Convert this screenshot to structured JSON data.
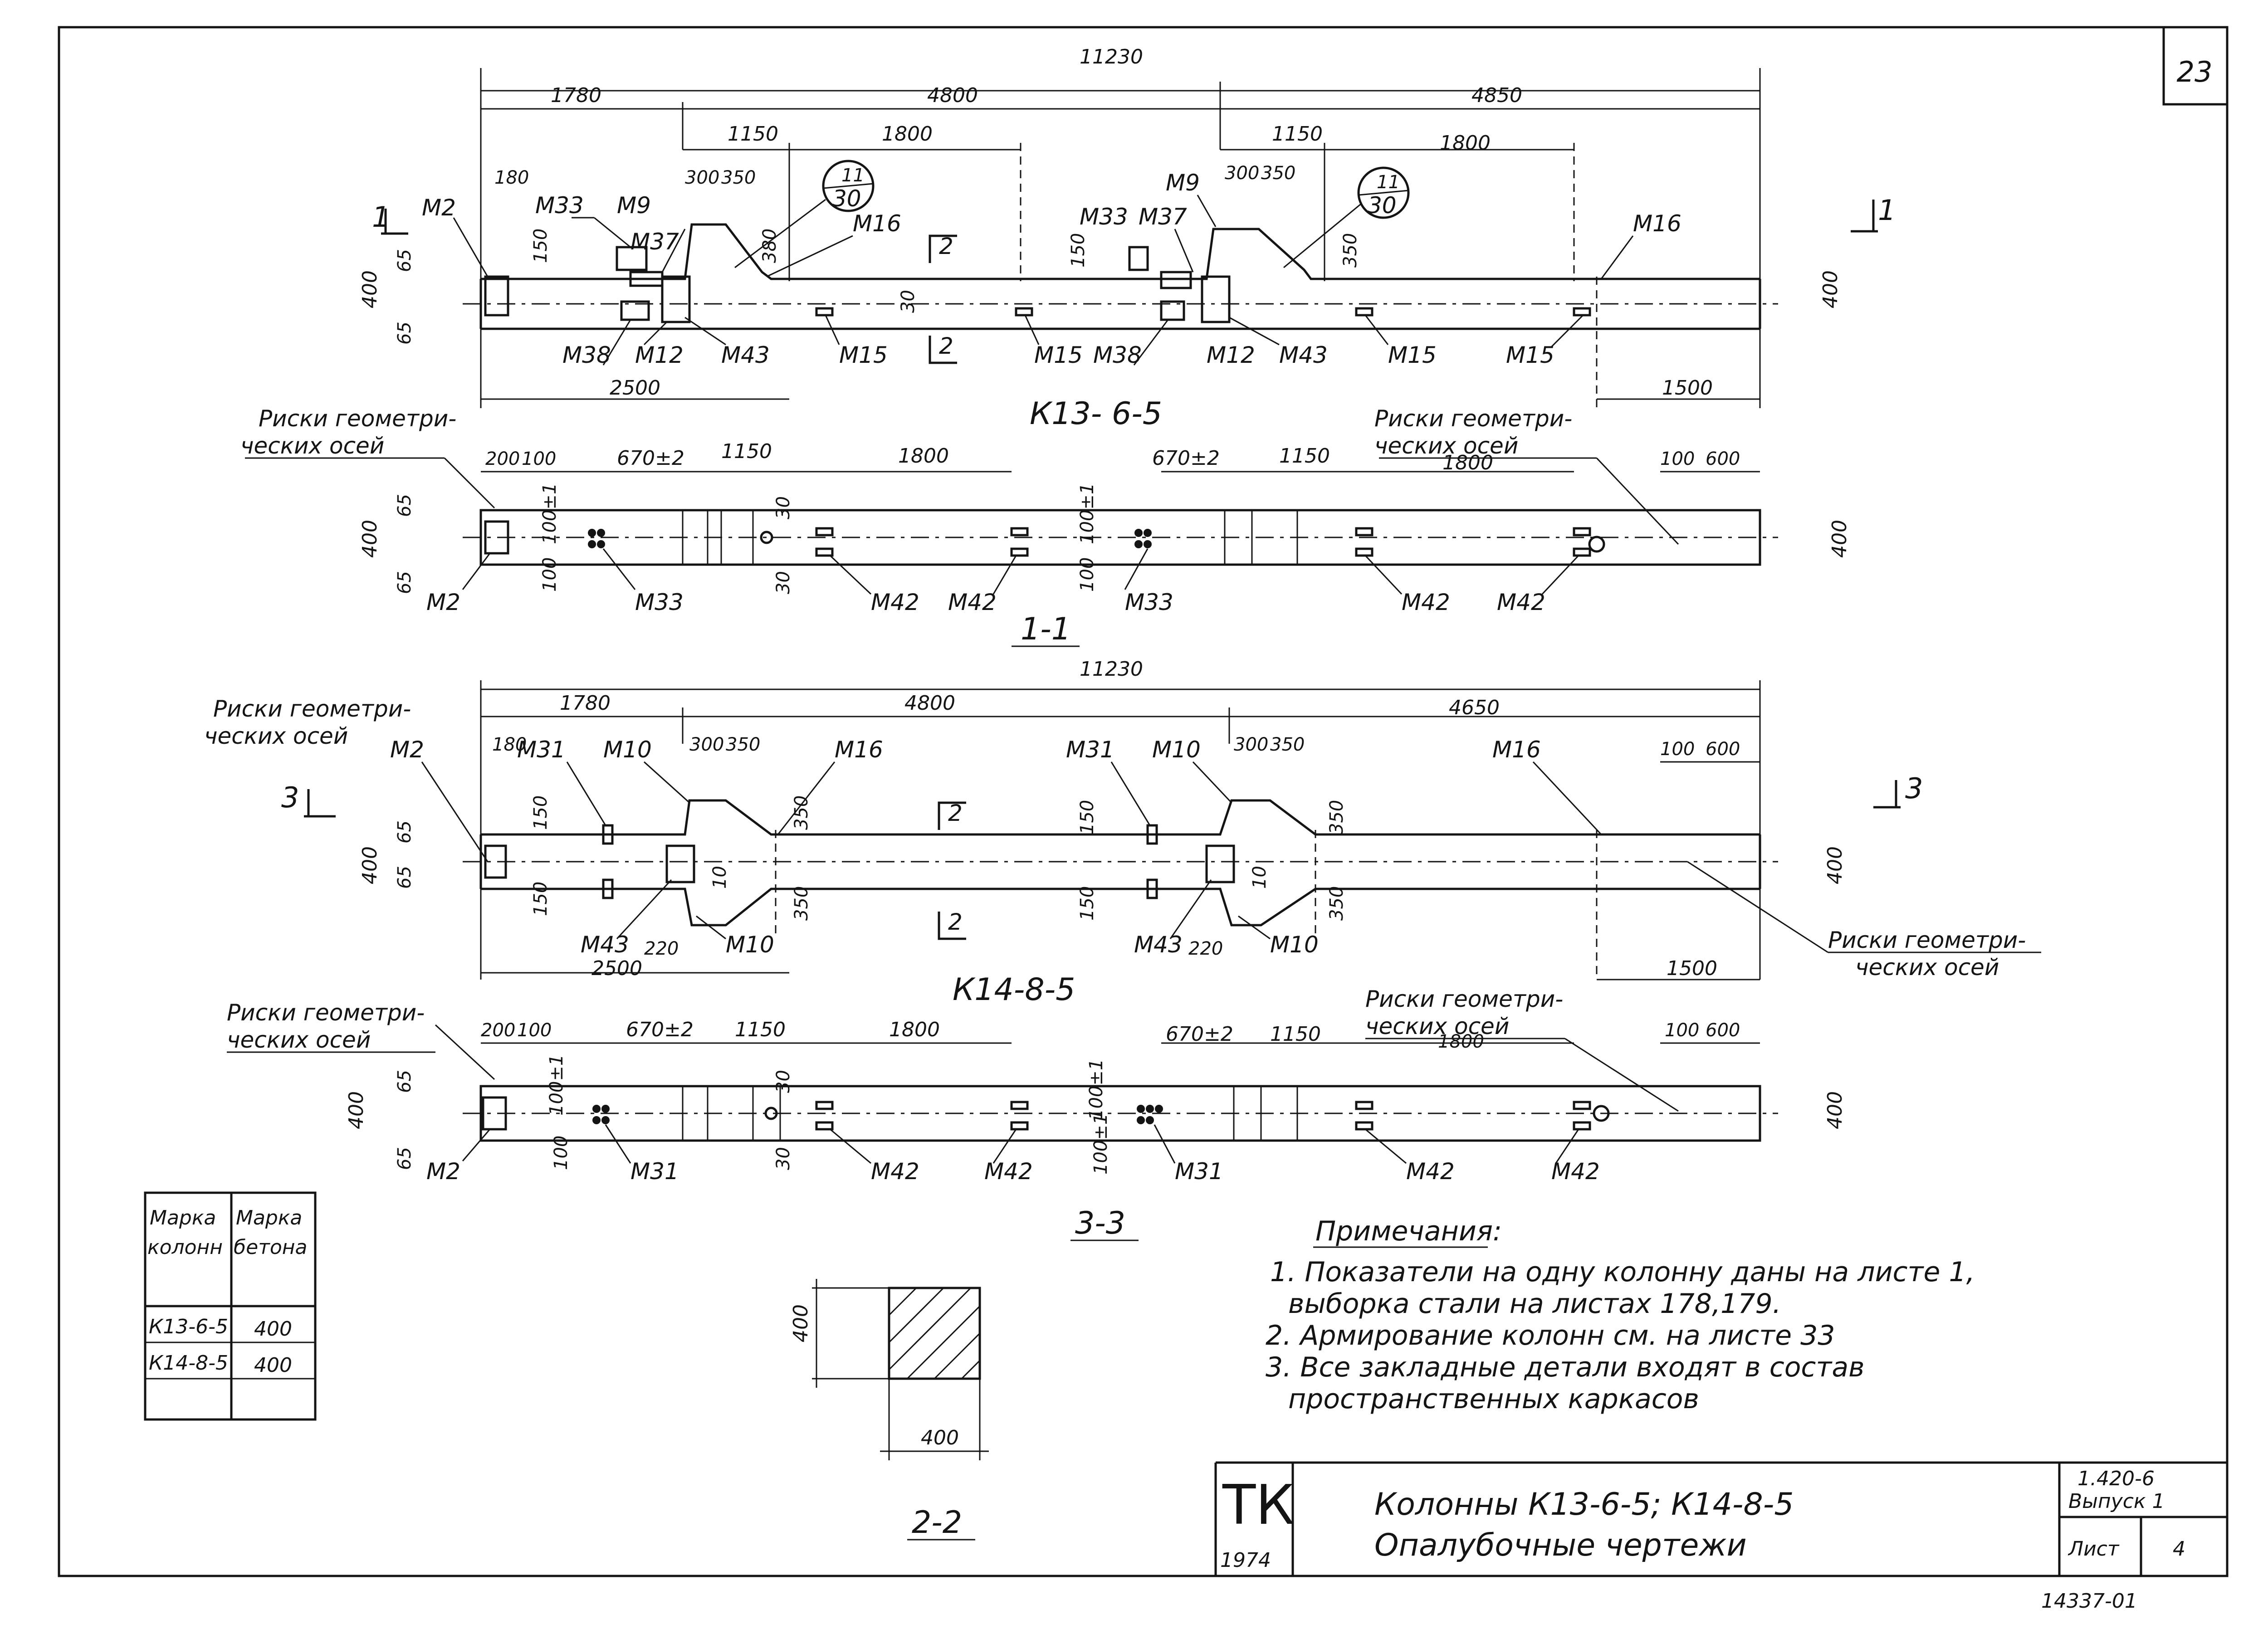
{
  "sheet_number": "23",
  "top_overall": "11230",
  "top_segments": [
    "1780",
    "4800",
    "4850"
  ],
  "top_sub": [
    "1150",
    "1800",
    "1150",
    "1800"
  ],
  "top_small": [
    "180",
    "300",
    "350",
    "300",
    "350"
  ],
  "top_150": "150",
  "top_380": "380",
  "top_350": "350",
  "top_30": "30",
  "top_65": "65",
  "top_400": "400",
  "top_bottom_left": "2500",
  "top_bottom_right": "1500",
  "callout_top": "11",
  "callout_bottom": "30",
  "marks_top": {
    "m2": "M2",
    "m33a": "M33",
    "m9a": "M9",
    "m37a": "M37",
    "m16a": "M16",
    "m33b": "M33",
    "m37b": "M37",
    "m9b": "M9",
    "m16b": "M16",
    "m38a": "M38",
    "m12a": "M12",
    "m43a": "M43",
    "m15a": "M15",
    "m15b": "M15",
    "m38b": "M38",
    "m12b": "M12",
    "m43b": "M43",
    "m15c": "M15",
    "m15d": "M15"
  },
  "section_mark_1": "1",
  "section_mark_2": "2",
  "section_mark_3": "3",
  "label_k13": "К13- 6-5",
  "label_k14": "К14-8-5",
  "label_11": "1-1",
  "label_33": "3-3",
  "label_22": "2-2",
  "risk_line1": "Риски геометри-",
  "risk_line2": "ческих осей",
  "view1": {
    "dims": [
      "200",
      "100",
      "670±2",
      "1150",
      "1800",
      "670±2",
      "1150",
      "1800",
      "100",
      "600"
    ],
    "v100": "100±1",
    "v100b": "100",
    "v65": "65",
    "v400": "400",
    "v30": "30",
    "marks": [
      "M2",
      "M33",
      "M42",
      "M42",
      "M33",
      "M42",
      "M42"
    ]
  },
  "mid": {
    "overall": "11230",
    "segments": [
      "1780",
      "4800",
      "4650"
    ],
    "small": [
      "180",
      "300",
      "350",
      "300",
      "350",
      "100",
      "600"
    ],
    "v150": "150",
    "v350": "350",
    "v65": "65",
    "v400": "400",
    "v220": "220",
    "v10": "10",
    "bottom_left": "2500",
    "bottom_right": "1500",
    "marks": {
      "m2": "M2",
      "m31a": "M31",
      "m10a": "M10",
      "m16a": "M16",
      "m31b": "M31",
      "m10b": "M10",
      "m16b": "M16",
      "m43a": "M43",
      "m10c": "M10",
      "m43b": "M43",
      "m10d": "M10"
    }
  },
  "view3": {
    "dims": [
      "200",
      "100",
      "670±2",
      "1150",
      "1800",
      "670±2",
      "1150",
      "1800",
      "100",
      "600"
    ],
    "marks": [
      "M2",
      "M31",
      "M42",
      "M42",
      "M31",
      "M42",
      "M42"
    ]
  },
  "table": {
    "headers": [
      [
        "Марка",
        "колонн"
      ],
      [
        "Марка",
        "бетона"
      ]
    ],
    "rows": [
      [
        "К13-6-5",
        "400"
      ],
      [
        "К14-8-5",
        "400"
      ],
      [
        "",
        ""
      ]
    ]
  },
  "section22": {
    "h": "400",
    "w": "400"
  },
  "notes": {
    "heading": "Примечания:",
    "lines": [
      "1. Показатели на одну колонну даны на листе 1,",
      "выборка стали на листах 178,179.",
      "2. Армирование колонн см. на листе 33",
      "3. Все закладные детали входят в состав",
      "пространственных каркасов"
    ]
  },
  "title_block": {
    "org": "ТК",
    "year": "1974",
    "title_line1": "Колонны К13-6-5; К14-8-5",
    "title_line2": "Опалубочные чертежи",
    "series": "1.420-6",
    "issue": "Выпуск 1",
    "sheet_label": "Лист",
    "sheet_value": "4",
    "stamp": "14337-01"
  }
}
